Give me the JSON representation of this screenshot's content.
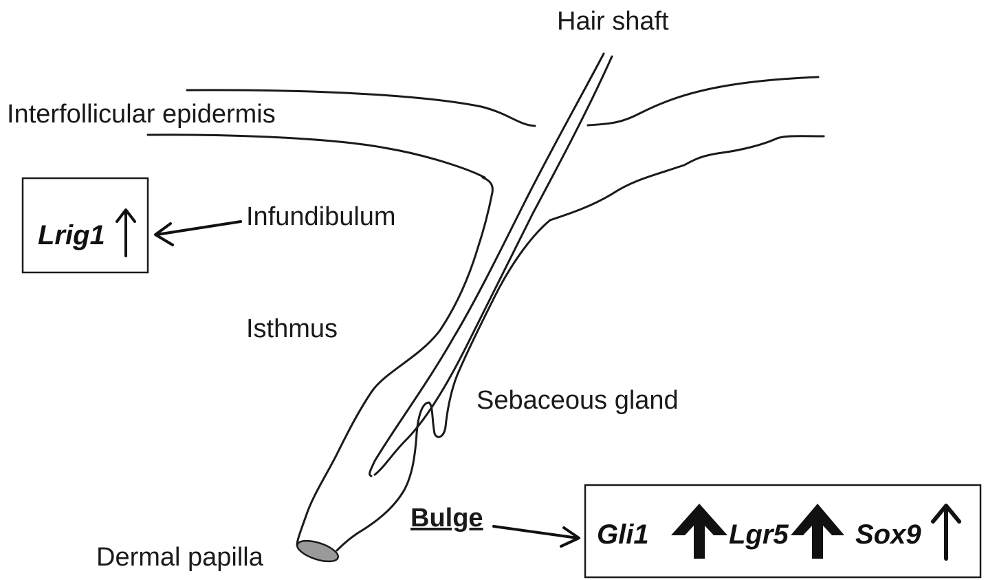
{
  "labels": {
    "hair_shaft": "Hair shaft",
    "interfollicular_epidermis": "Interfollicular epidermis",
    "infundibulum": "Infundibulum",
    "isthmus": "Isthmus",
    "sebaceous_gland": "Sebaceous gland",
    "bulge": "Bulge",
    "dermal_papilla": "Dermal papilla"
  },
  "infundibulum_box": {
    "gene": "Lrig1",
    "arrow_icon": "thin-up-arrow-icon"
  },
  "bulge_box": {
    "genes": [
      {
        "name": "Gli1",
        "arrow_icon": "thick-up-arrow-icon"
      },
      {
        "name": "Lgr5",
        "arrow_icon": "thick-up-arrow-icon"
      },
      {
        "name": "Sox9",
        "arrow_icon": "thin-up-arrow-icon"
      }
    ]
  },
  "colors": {
    "line": "#1a1a1a",
    "dermal_papilla_fill": "#9a9a9a"
  }
}
